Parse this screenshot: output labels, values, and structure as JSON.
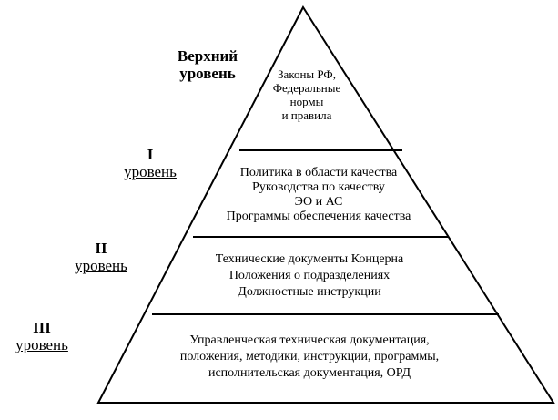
{
  "levels": [
    {
      "lines": [
        "Верхний",
        "уровень"
      ],
      "bold": true,
      "underline": false
    },
    {
      "lines": [
        "I",
        "уровень"
      ],
      "bold": false,
      "underline": true
    },
    {
      "lines": [
        "II",
        "уровень"
      ],
      "bold": false,
      "underline": true
    },
    {
      "lines": [
        "III",
        "уровень"
      ],
      "bold": false,
      "underline": true
    }
  ],
  "tiers": [
    {
      "lines": [
        "Законы РФ,",
        "Федеральные",
        "нормы",
        "и правила"
      ]
    },
    {
      "lines": [
        "Политика в области качества",
        "Руководства по качеству",
        "ЭО и АС",
        "Программы обеспечения качества"
      ]
    },
    {
      "lines": [
        "Технические документы Концерна",
        "Положения о подразделениях",
        "Должностные инструкции"
      ]
    },
    {
      "lines": [
        "Управленческая техническая  документация,",
        "положения, методики, инструкции, программы,",
        "исполнительская документация, ОРД"
      ]
    }
  ],
  "colors": {
    "stroke": "#000000",
    "fill": "#ffffff",
    "text": "#000000"
  }
}
